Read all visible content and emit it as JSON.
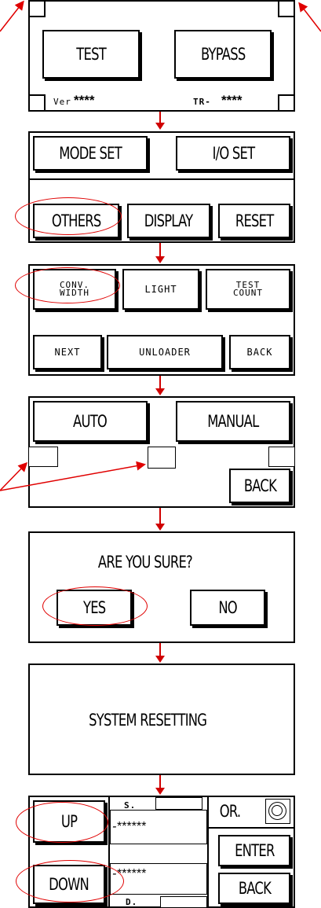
{
  "screen1": {
    "test_label": "TEST",
    "bypass_label": "BYPASS",
    "ver_label": "Ver",
    "ver_value": "****",
    "tr_label": "TR-",
    "tr_value": "****"
  },
  "screen2": {
    "mode_set_label": "MODE SET",
    "io_set_label": "I/O SET",
    "others_label": "OTHERS",
    "display_label": "DISPLAY",
    "reset_label": "RESET"
  },
  "screen3": {
    "conv_width_label": "CONV.\nWIDTH",
    "light_label": "LIGHT",
    "test_count_label": "TEST\nCOUNT",
    "next_label": "NEXT",
    "unloader_label": "UNLOADER",
    "back_label": "BACK"
  },
  "screen4": {
    "auto_label": "AUTO",
    "manual_label": "MANUAL",
    "back_label": "BACK"
  },
  "screen5": {
    "question": "ARE YOU SURE?",
    "yes_label": "YES",
    "no_label": "NO"
  },
  "screen6": {
    "status": "SYSTEM RESETTING"
  },
  "screen7": {
    "up_label": "UP",
    "down_label": "DOWN",
    "s_label": "S.",
    "upper_value": "-******",
    "lower_value": "-******",
    "d_label": "D.",
    "or_label": "OR.",
    "enter_label": "ENTER",
    "back_label": "BACK"
  },
  "colors": {
    "annotation": "#e00000",
    "line": "#000000",
    "background": "#ffffff"
  }
}
